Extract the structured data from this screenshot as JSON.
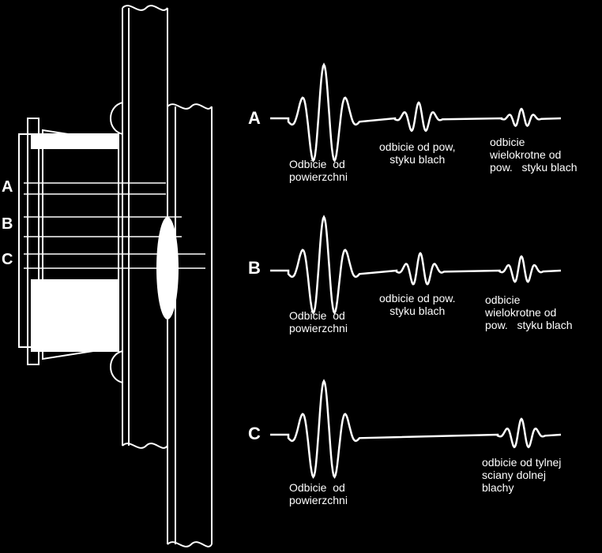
{
  "side_labels": {
    "a": "A",
    "b": "B",
    "c": "C"
  },
  "signals": [
    {
      "label": "A",
      "echo1": "Odbicie  od\npowierzchni",
      "echo2": "odbicie od pow,\nstyku blach",
      "echo3": "odbicie\nwielokrotne od\npow.   styku blach"
    },
    {
      "label": "B",
      "echo1": "Odbicie  od\npowierzchni",
      "echo2": "odbicie od pow.\nstyku blach",
      "echo3": "odbicie\nwielokrotne od\npow.   styku blach"
    },
    {
      "label": "C",
      "echo1": "Odbicie  od\npowierzchni",
      "echo3": "odbicie od tylnej\nsciany dolnej\nblachy"
    }
  ],
  "colors": {
    "background": "#000000",
    "foreground": "#ffffff"
  }
}
